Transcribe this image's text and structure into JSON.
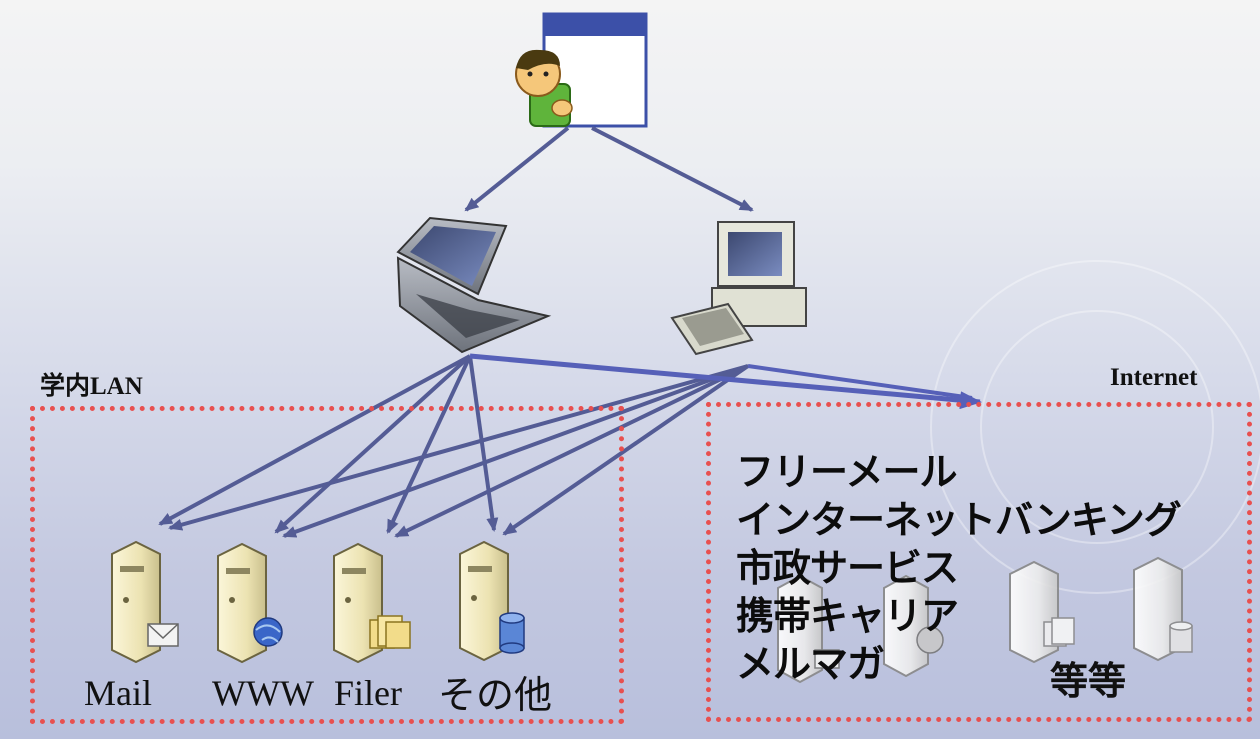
{
  "lan": {
    "title": "学内LAN",
    "servers": [
      {
        "label": "Mail",
        "icon": "mail-icon"
      },
      {
        "label": "WWW",
        "icon": "globe-icon"
      },
      {
        "label": "Filer",
        "icon": "folder-icon"
      },
      {
        "label": "その他",
        "icon": "database-icon"
      }
    ]
  },
  "internet": {
    "title": "Internet",
    "services": [
      "フリーメール",
      "インターネットバンキング",
      "市政サービス",
      "携帯キャリア",
      "メルマガ"
    ],
    "etc_label": "等等"
  },
  "colors": {
    "arrow": "#545c95",
    "dotted_border": "#e8504f",
    "server_body": "#ece3b2",
    "window_header": "#3c50a8"
  }
}
